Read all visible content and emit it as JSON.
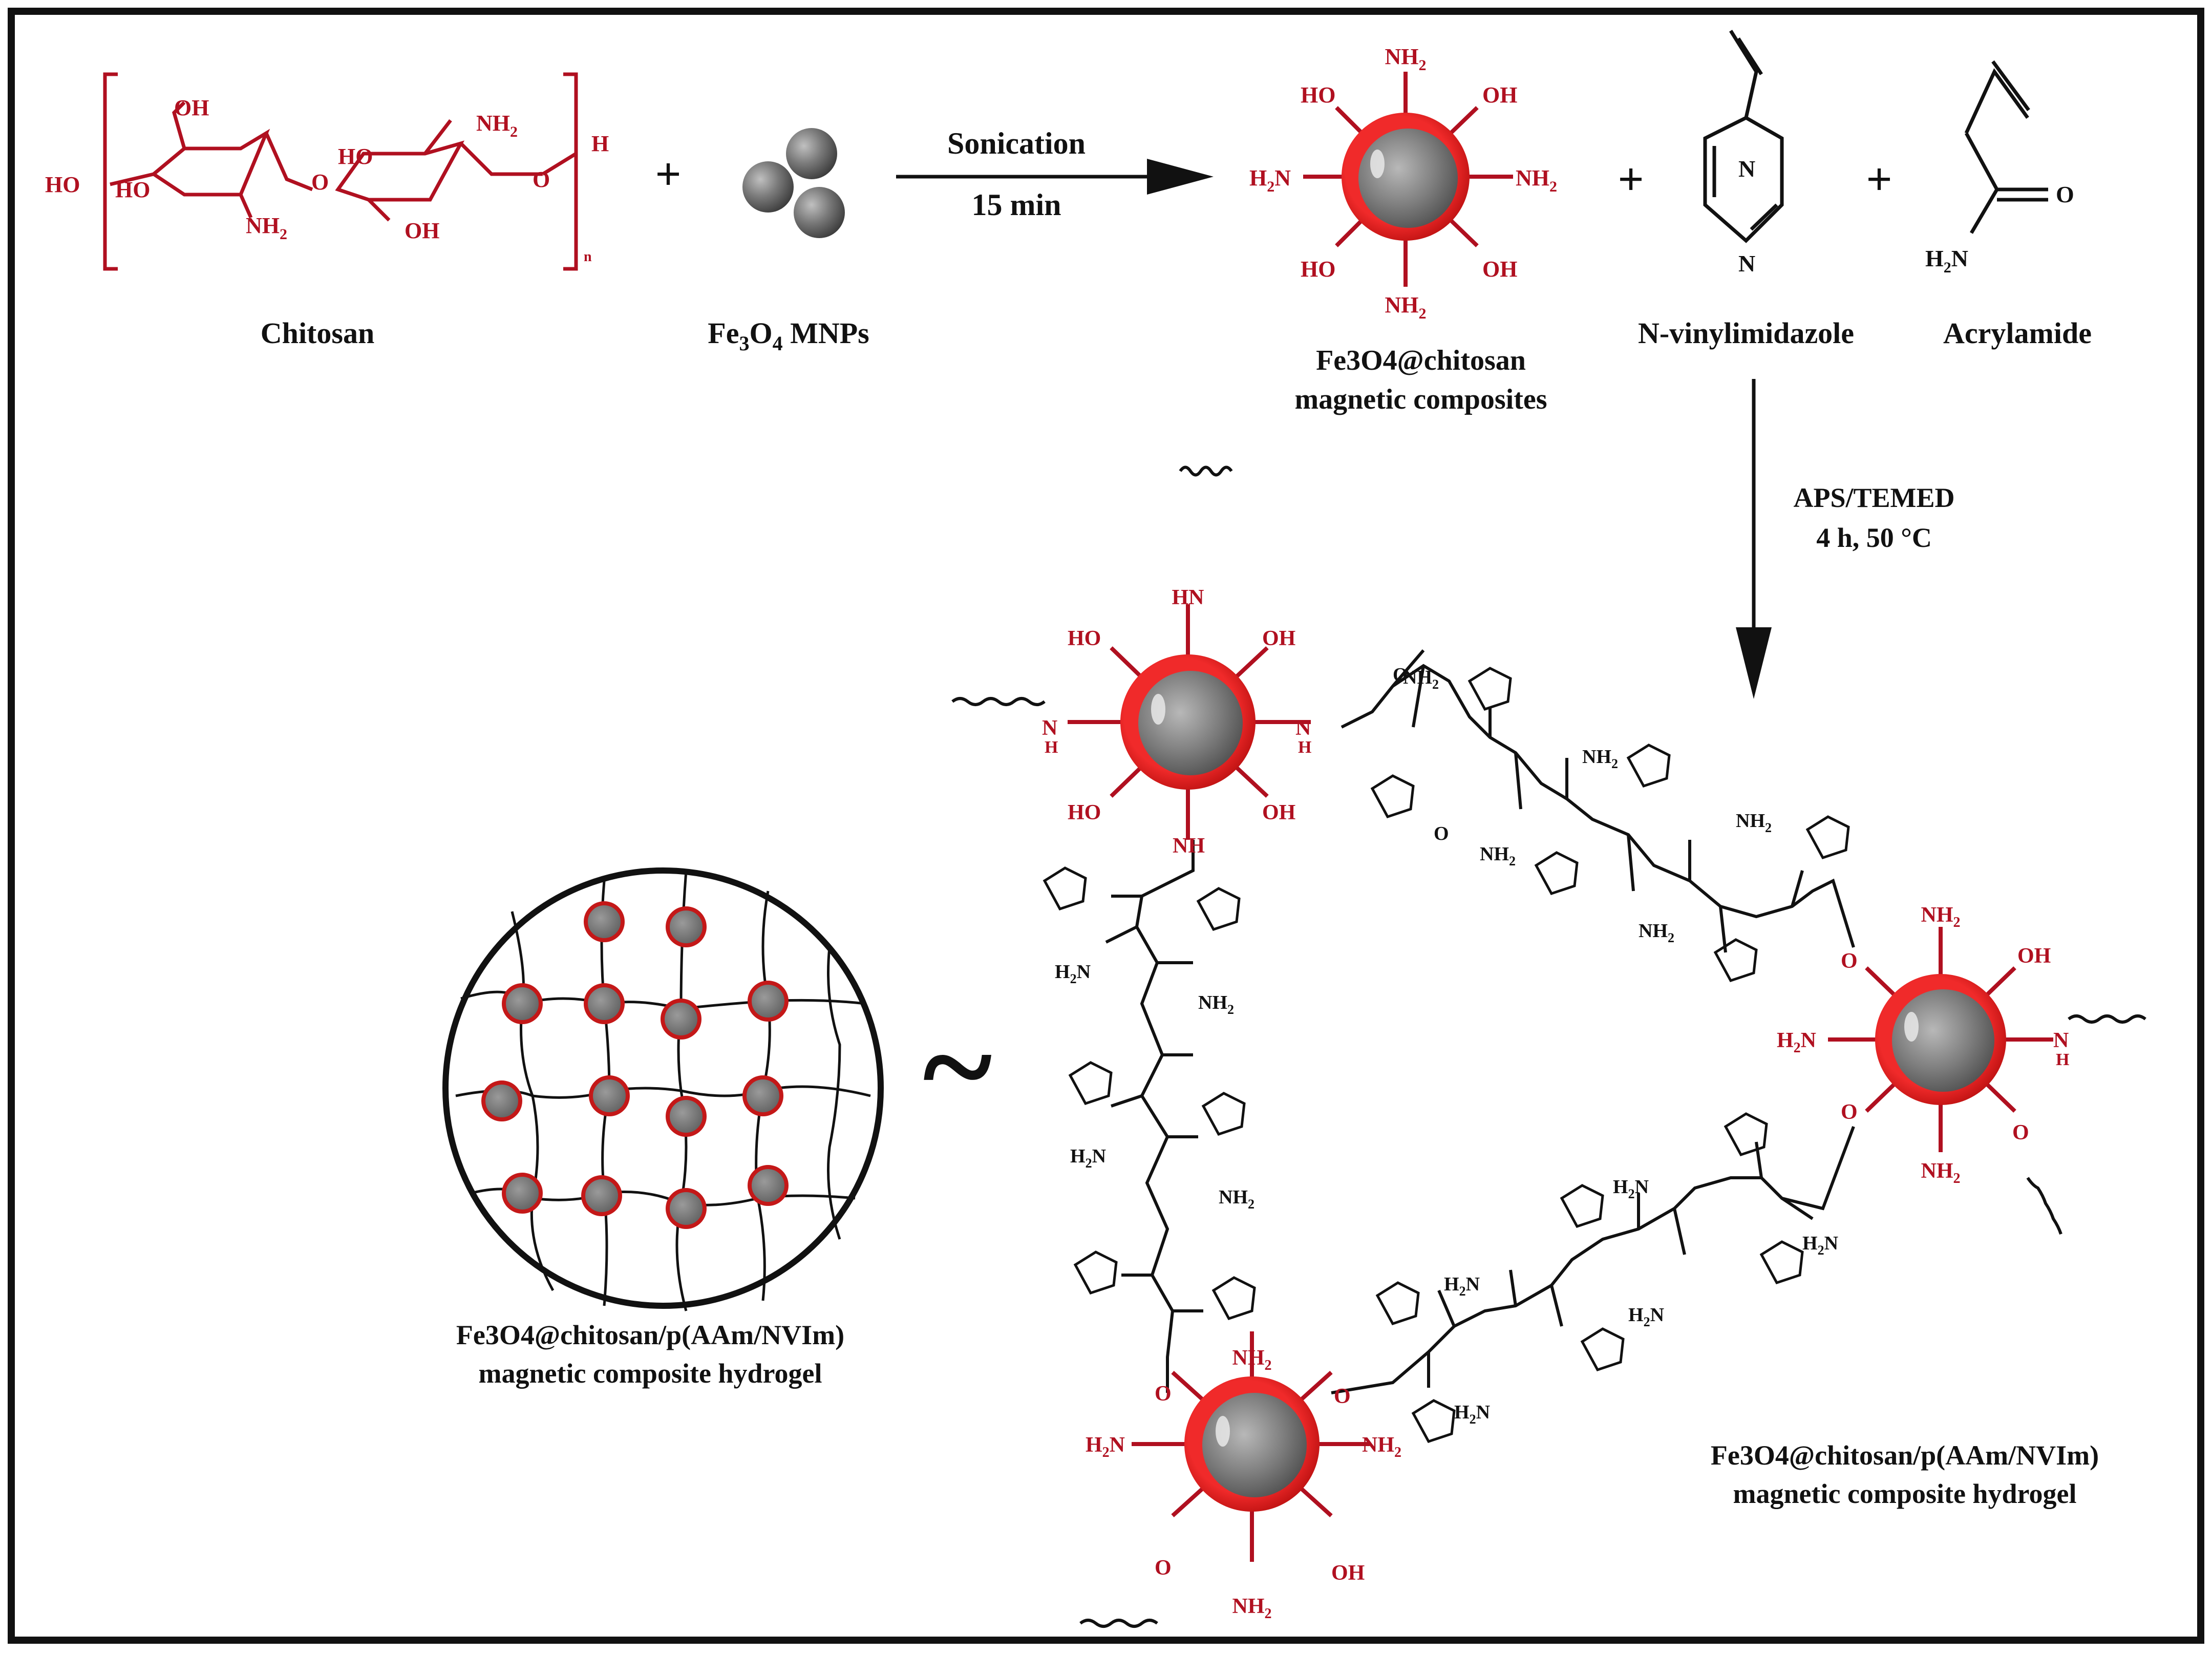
{
  "colors": {
    "chitosan": "#b01020",
    "shell": "#e01b1b",
    "core": "#7f7f7f",
    "ink": "#111111"
  },
  "reactants": {
    "chitosan_label": "Chitosan",
    "chitosan_subscript": "n",
    "mnp_label_main": "Fe",
    "mnp_label_sub": "3",
    "mnp_label_mid": "O",
    "mnp_label_sub2": "4",
    "mnp_label_tail": " MNPs",
    "plus": "+"
  },
  "step1": {
    "condition_top": "Sonication",
    "condition_bottom": "15 min"
  },
  "composite": {
    "label_line1": "Fe3O4@chitosan",
    "label_line2": "magnetic composites",
    "groups": {
      "oh": "HO",
      "oh_r": "OH",
      "nh2": "NH",
      "h2n": "H",
      "two": "2"
    }
  },
  "monomers": {
    "nvim_label": "N-vinylimidazole",
    "aam_label": "Acrylamide",
    "n": "N",
    "o": "O"
  },
  "step2": {
    "condition_top": "APS/TEMED",
    "condition_bottom": "4 h, 50 °C"
  },
  "hydrogel": {
    "label_left_line1": "Fe3O4@chitosan/p(AAm/NVIm)",
    "label_left_line2": "magnetic composite hydrogel",
    "label_right_line1": "Fe3O4@chitosan/p(AAm/NVIm)",
    "label_right_line2": "magnetic composite hydrogel",
    "equivalence": "~"
  }
}
